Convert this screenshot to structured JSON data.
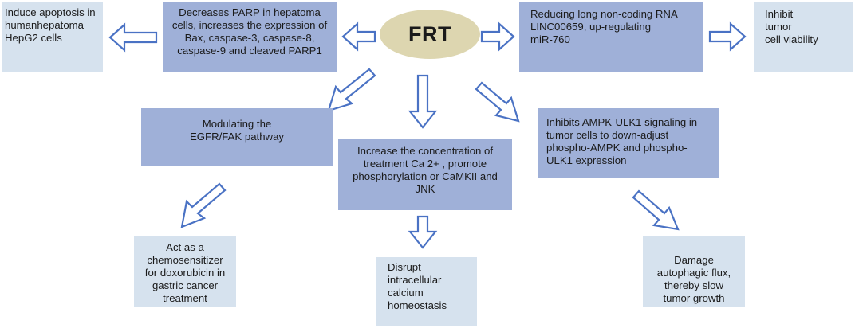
{
  "colors": {
    "dark_box": "#9fb0d8",
    "light_box": "#d6e2ee",
    "ellipse": "#ddd6b0",
    "arrow_stroke": "#4a72c4"
  },
  "center_label": "FRT",
  "boxes": {
    "apoptosis": "Induce apoptosis in\nhumanhepatoma\nHepG2 cells",
    "parp": "Decreases PARP in hepatoma\ncells, increases the expression of\nBax, caspase-3, caspase-8,\ncaspase-9 and cleaved PARP1",
    "lncrna": "Reducing long non-coding RNA\nLINC00659, up-regulating\nmiR-760",
    "viability": "Inhibit\ntumor\ncell viability",
    "egfr": "Modulating the\nEGFR/FAK pathway",
    "calcium_conc": "Increase the concentration of\ntreatment Ca 2+ , promote\nphosphorylation or CaMKII and\nJNK",
    "ampk": "Inhibits AMPK-ULK1 signaling in\ntumor cells to down-adjust\nphospho-AMPK and phospho-\nULK1 expression",
    "chemo": "Act as a\nchemosensitizer\nfor doxorubicin in\ngastric cancer\ntreatment",
    "homeostasis": "Disrupt\nintracellular\ncalcium\nhomeostasis",
    "autophagy": "Damage\nautophagic flux,\nthereby slow\ntumor growth"
  }
}
